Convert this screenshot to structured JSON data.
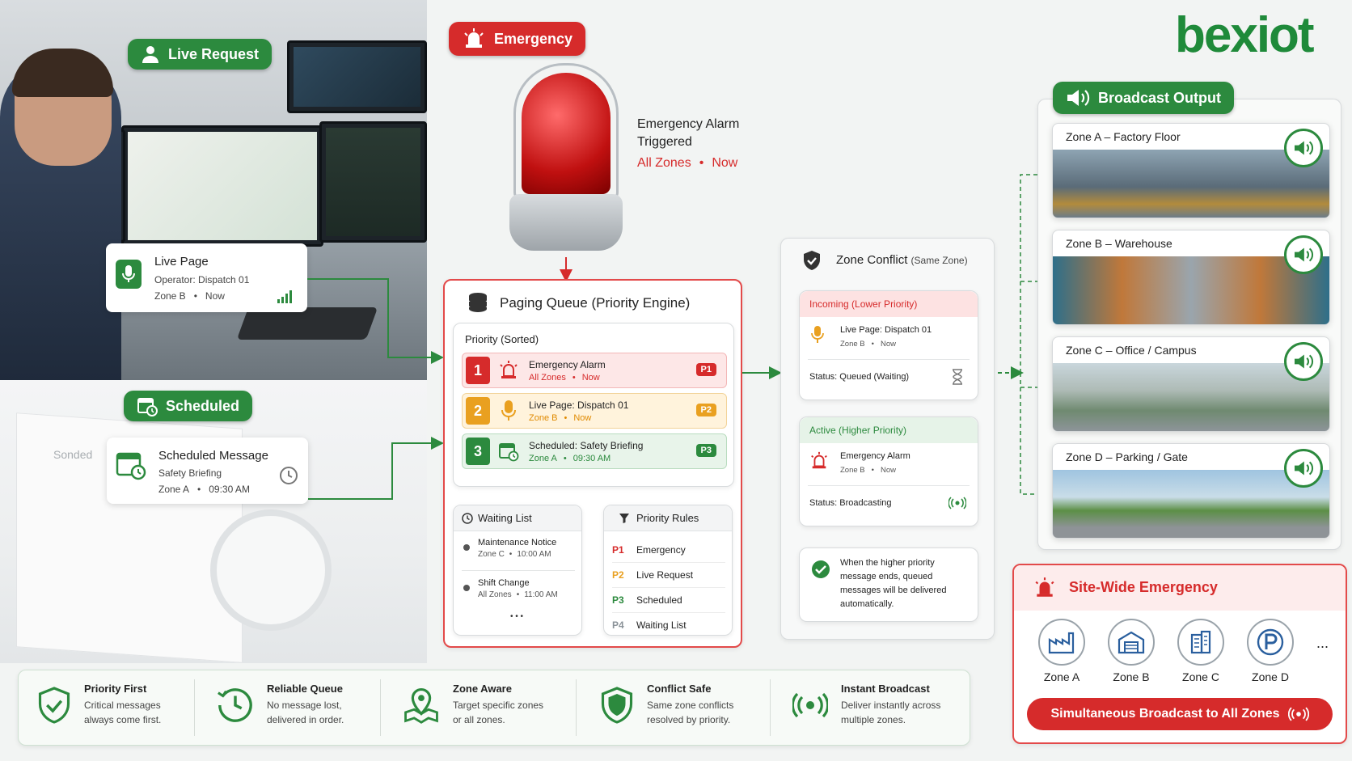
{
  "brand": "bexiot",
  "tags": {
    "live_request": "Live Request",
    "emergency": "Emergency",
    "scheduled": "Scheduled",
    "broadcast_output": "Broadcast Output"
  },
  "emergency_alarm": {
    "line1": "Emergency Alarm",
    "line2": "Triggered",
    "zones": "All Zones",
    "sep": "•",
    "time": "Now"
  },
  "live_page": {
    "title": "Live Page",
    "operator": "Operator: Dispatch 01",
    "zone": "Zone B",
    "sep": "•",
    "time": "Now"
  },
  "scheduled_message": {
    "title": "Scheduled Message",
    "name": "Safety Briefing",
    "zone": "Zone A",
    "sep": "•",
    "time": "09:30 AM",
    "bg_word": "Sonded"
  },
  "queue": {
    "title": "Paging Queue",
    "title_suffix": "(Priority Engine)",
    "priority_label": "Priority",
    "priority_suffix": "(Sorted)",
    "items": [
      {
        "n": "1",
        "title": "Emergency Alarm",
        "zone": "All Zones",
        "sep": "•",
        "time": "Now",
        "badge": "P1"
      },
      {
        "n": "2",
        "title": "Live Page: Dispatch 01",
        "zone": "Zone B",
        "sep": "•",
        "time": "Now",
        "badge": "P2"
      },
      {
        "n": "3",
        "title": "Scheduled: Safety Briefing",
        "zone": "Zone A",
        "sep": "•",
        "time": "09:30 AM",
        "badge": "P3"
      }
    ],
    "waiting": {
      "title": "Waiting List",
      "items": [
        {
          "title": "Maintenance Notice",
          "zone": "Zone C",
          "sep": "•",
          "time": "10:00 AM"
        },
        {
          "title": "Shift Change",
          "zone": "All Zones",
          "sep": "•",
          "time": "11:00 AM"
        }
      ],
      "more": "• • •"
    },
    "rules": {
      "title": "Priority Rules",
      "items": [
        {
          "code": "P1",
          "label": "Emergency"
        },
        {
          "code": "P2",
          "label": "Live Request"
        },
        {
          "code": "P3",
          "label": "Scheduled"
        },
        {
          "code": "P4",
          "label": "Waiting List"
        }
      ]
    }
  },
  "conflict": {
    "title": "Zone Conflict",
    "title_suffix": "(Same Zone)",
    "incoming": {
      "label": "Incoming",
      "label_suffix": "(Lower Priority)",
      "title": "Live Page: Dispatch 01",
      "zone": "Zone B",
      "sep": "•",
      "time": "Now",
      "status": "Status: Queued (Waiting)"
    },
    "active": {
      "label": "Active",
      "label_suffix": "(Higher Priority)",
      "title": "Emergency Alarm",
      "zone": "Zone B",
      "sep": "•",
      "time": "Now",
      "status": "Status: Broadcasting"
    },
    "note_lines": [
      "When the higher priority",
      "message ends, queued",
      "messages will be delivered",
      "automatically."
    ]
  },
  "zones": [
    {
      "name": "Zone A – Factory Floor",
      "color": "#6e8a9e"
    },
    {
      "name": "Zone B – Warehouse",
      "color": "#8a7a5e"
    },
    {
      "name": "Zone C – Office / Campus",
      "color": "#7e9a86"
    },
    {
      "name": "Zone D – Parking / Gate",
      "color": "#6f9a5a"
    }
  ],
  "site_wide": {
    "title": "Site-Wide Emergency",
    "zones": [
      "Zone A",
      "Zone B",
      "Zone C",
      "Zone D"
    ],
    "more": "...",
    "button": "Simultaneous Broadcast to All Zones"
  },
  "features": [
    {
      "title": "Priority First",
      "lines": [
        "Critical messages",
        "always come first."
      ],
      "icon": "shield-check-icon"
    },
    {
      "title": "Reliable Queue",
      "lines": [
        "No message lost,",
        "delivered in order."
      ],
      "icon": "clock-icon"
    },
    {
      "title": "Zone Aware",
      "lines": [
        "Target specific zones",
        "or all zones."
      ],
      "icon": "map-pin-icon"
    },
    {
      "title": "Conflict Safe",
      "lines": [
        "Same zone conflicts",
        "resolved by priority."
      ],
      "icon": "shield-icon"
    },
    {
      "title": "Instant Broadcast",
      "lines": [
        "Deliver instantly across",
        "multiple zones."
      ],
      "icon": "broadcast-icon"
    }
  ],
  "colors": {
    "green": "#2c8a3e",
    "red": "#d62b2b",
    "orange": "#e08a00",
    "p1_bg": "#fde7e7",
    "p2_bg": "#fff3dc",
    "p3_bg": "#e8f4ea"
  }
}
